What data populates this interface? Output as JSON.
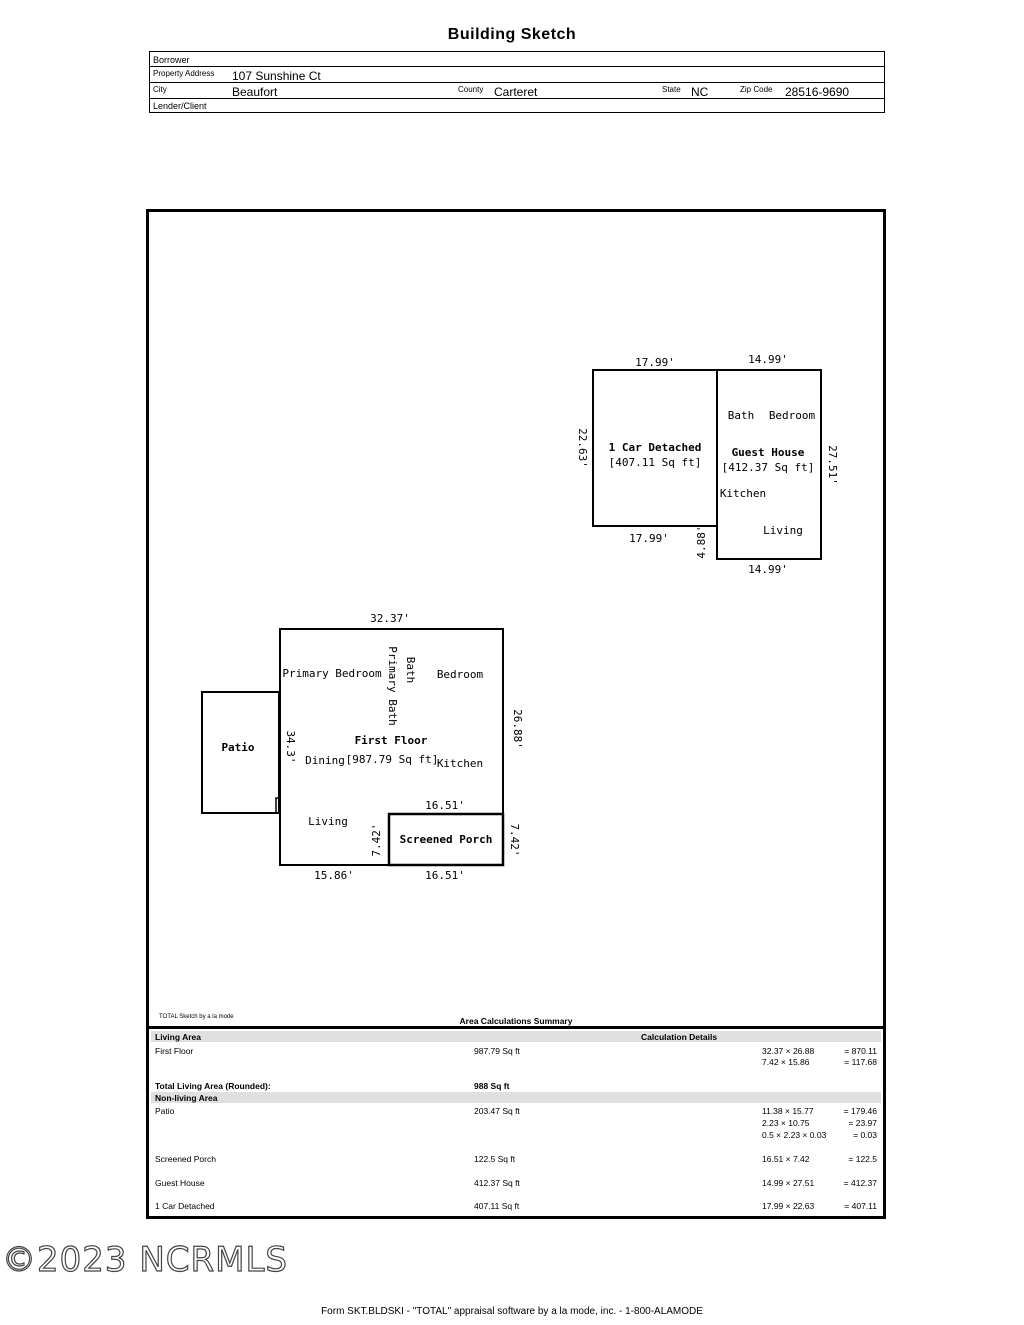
{
  "title": "Building Sketch",
  "header": {
    "borrower_label": "Borrower",
    "property_address_label": "Property Address",
    "property_address": "107 Sunshine Ct",
    "city_label": "City",
    "city": "Beaufort",
    "county_label": "County",
    "county": "Carteret",
    "state_label": "State",
    "state": "NC",
    "zip_label": "Zip Code",
    "zip": "28516-9690",
    "lender_label": "Lender/Client"
  },
  "sketch": {
    "garage": {
      "name": "1 Car Detached",
      "area": "[407.11 Sq ft]",
      "top": "17.99'",
      "bottom": "17.99'",
      "left": "22.63'",
      "gap": "4.88'"
    },
    "guest": {
      "name": "Guest House",
      "area": "[412.37 Sq ft]",
      "top": "14.99'",
      "bottom": "14.99'",
      "right": "27.51'",
      "rooms": [
        "Bath",
        "Bedroom",
        "Kitchen",
        "Living"
      ]
    },
    "first_floor": {
      "name": "First Floor",
      "area": "[987.79 Sq ft]",
      "top": "32.37'",
      "right": "26.88'",
      "left": "34.3'",
      "bottom_left": "15.86'",
      "bottom_right": "16.51'",
      "porch_top": "16.51'",
      "porch_left": "7.42'",
      "porch_right": "7.42'",
      "rooms": {
        "primary_bedroom": "Primary Bedroom",
        "primary_bath": "Primary Bath",
        "bath": "Bath",
        "bedroom": "Bedroom",
        "dining": "Dining",
        "kitchen": "Kitchen",
        "living": "Living"
      }
    },
    "patio": "Patio",
    "porch": "Screened Porch"
  },
  "summary": {
    "total_mark": "TOTAL Sketch by a la mode",
    "title": "Area Calculations Summary",
    "living_header": "Living Area",
    "calc_header": "Calculation Details",
    "first_floor": {
      "name": "First Floor",
      "area": "987.79 Sq ft",
      "calcs": [
        [
          "32.37 × 26.88",
          "= 870.11"
        ],
        [
          "7.42 × 15.86",
          "= 117.68"
        ]
      ]
    },
    "total_living_label": "Total Living Area (Rounded):",
    "total_living": "988 Sq ft",
    "nonliving_header": "Non-living Area",
    "patio": {
      "name": "Patio",
      "area": "203.47 Sq ft",
      "calcs": [
        [
          "11.38 × 15.77",
          "= 179.46"
        ],
        [
          "2.23 × 10.75",
          "= 23.97"
        ],
        [
          "0.5 × 2.23 × 0.03",
          "= 0.03"
        ]
      ]
    },
    "porch": {
      "name": "Screened Porch",
      "area": "122.5 Sq ft",
      "calcs": [
        [
          "16.51 × 7.42",
          "= 122.5"
        ]
      ]
    },
    "guest": {
      "name": "Guest House",
      "area": "412.37 Sq ft",
      "calcs": [
        [
          "14.99 × 27.51",
          "= 412.37"
        ]
      ]
    },
    "garage": {
      "name": "1 Car Detached",
      "area": "407.11 Sq ft",
      "calcs": [
        [
          "17.99 × 22.63",
          "= 407.11"
        ]
      ]
    }
  },
  "watermark": "©2023 NCRMLS",
  "footer": "Form SKT.BLDSKI - \"TOTAL\" appraisal software by a la mode, inc. - 1-800-ALAMODE"
}
